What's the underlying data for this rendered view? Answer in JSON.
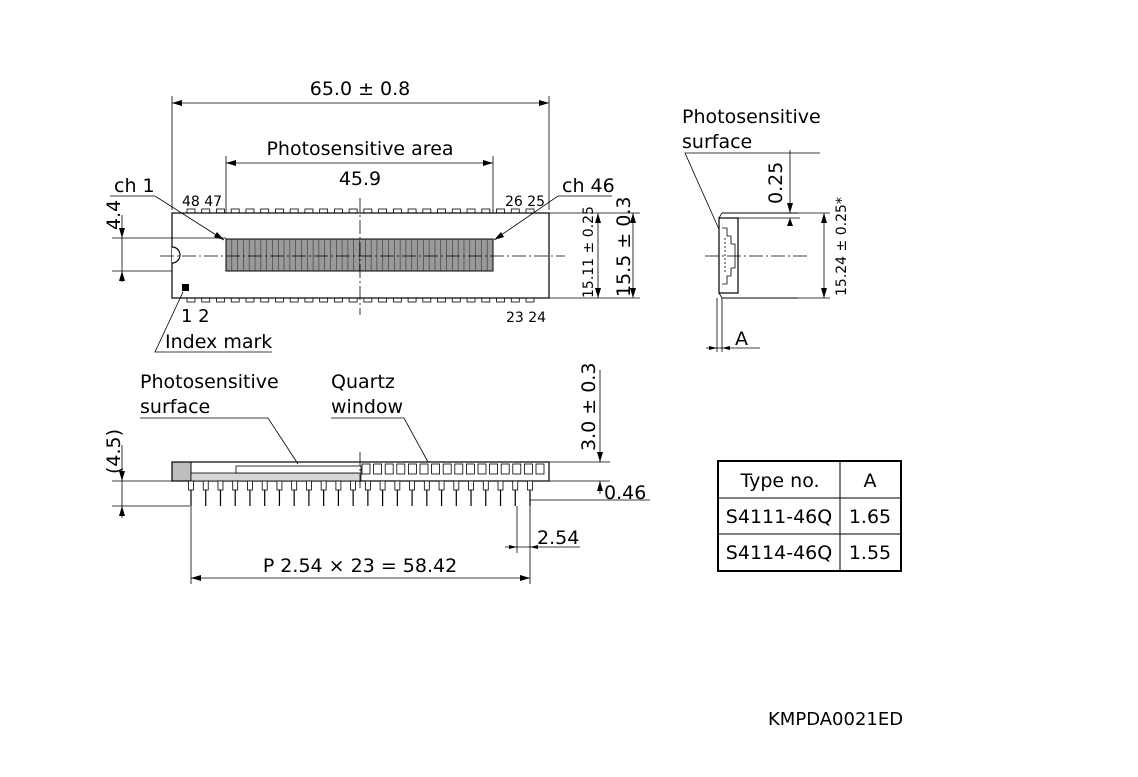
{
  "top_view": {
    "overall_length": "65.0 ± 0.8",
    "area_label": "Photosensitive area",
    "area_length": "45.9",
    "ch_first": "ch 1",
    "ch_last": "ch 46",
    "pins_top_left": "48 47",
    "pins_top_right": "26 25",
    "pins_bottom_left": "1 2",
    "pins_bottom_right": "23 24",
    "dim_left": "4.4",
    "dim_height_inner": "15.11 ± 0.25",
    "dim_height_outer": "15.5 ± 0.3",
    "index_mark": "Index mark"
  },
  "side_view": {
    "label_line1": "Photosensitive",
    "label_line2": "surface",
    "dim_offset": "0.25",
    "dim_pitch_width": "15.24 ± 0.25*",
    "dim_a": "A"
  },
  "front_view": {
    "surface_line1": "Photosensitive",
    "surface_line2": "surface",
    "window_line1": "Quartz",
    "window_line2": "window",
    "dim_height": "3.0 ± 0.3",
    "dim_left": "(4.5)",
    "dim_pin": "0.46",
    "dim_pitch": "2.54",
    "dim_span": "P 2.54 × 23 = 58.42"
  },
  "type_table": {
    "headers": [
      "Type no.",
      "A"
    ],
    "rows": [
      [
        "S4111-46Q",
        "1.65"
      ],
      [
        "S4114-46Q",
        "1.55"
      ]
    ]
  },
  "drawing_code": "KMPDA0021ED"
}
